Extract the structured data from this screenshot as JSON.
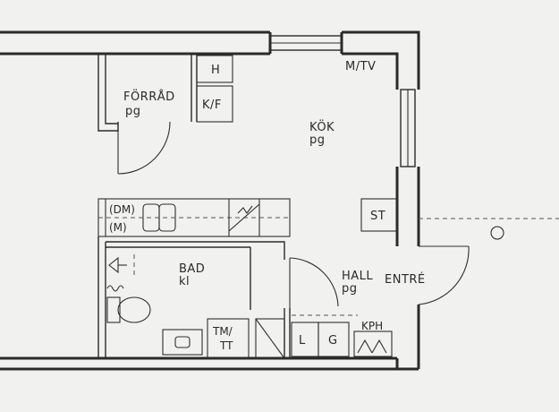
{
  "rooms": {
    "storage": {
      "name": "FÖRRÅD",
      "floor": "pg"
    },
    "kitchen": {
      "name": "KÖK",
      "floor": "pg"
    },
    "bath": {
      "name": "BAD",
      "floor": "kl"
    },
    "hall": {
      "name": "HALL",
      "floor": "pg"
    },
    "entry": {
      "name": "ENTRÉ"
    }
  },
  "fixtures": {
    "shelf": "H",
    "fridge_freezer": "K/F",
    "tv": "M/TV",
    "stove": "ST",
    "dishwasher": "(DM)",
    "microwave": "(M)",
    "washer_dryer_top": "TM/",
    "washer_dryer_bottom": "TT",
    "closet_l": "L",
    "closet_g": "G",
    "cabinet": "KPH"
  },
  "colors": {
    "paper": "#f1f1ef",
    "ink": "#2a2a2a"
  }
}
